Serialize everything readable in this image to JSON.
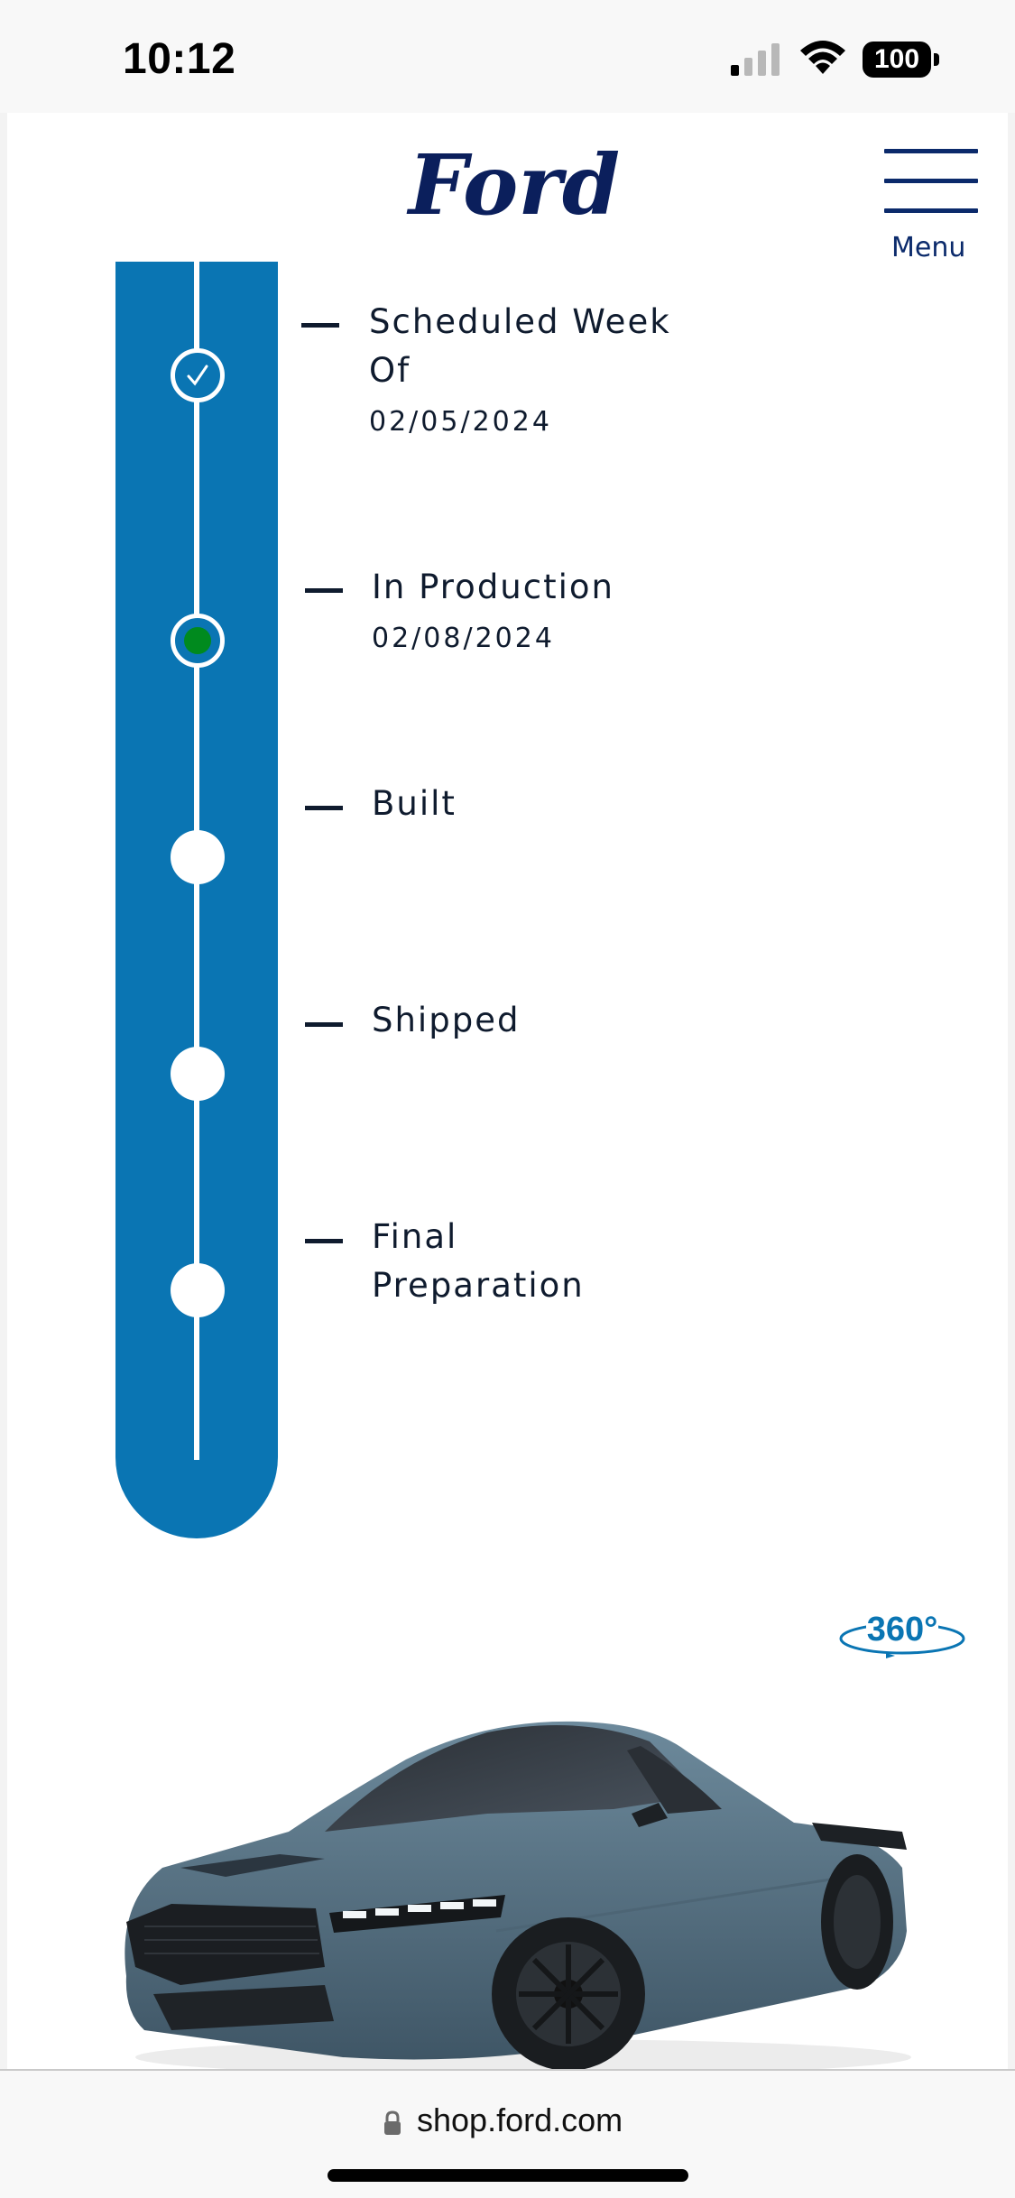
{
  "status_bar": {
    "time": "10:12",
    "battery": "100",
    "icons": [
      "signal-icon",
      "wifi-icon",
      "battery-icon"
    ]
  },
  "header": {
    "logo_text": "Ford",
    "menu_label": "Menu"
  },
  "timeline": {
    "track_color": "#0a75b3",
    "current_dot_color": "#008a1e",
    "steps": [
      {
        "label_line1": "Scheduled Week",
        "label_line2": "Of",
        "date": "02/05/2024",
        "state": "complete"
      },
      {
        "label_line1": "In Production",
        "date": "02/08/2024",
        "state": "current"
      },
      {
        "label_line1": "Built",
        "state": "pending"
      },
      {
        "label_line1": "Shipped",
        "state": "pending"
      },
      {
        "label_line1": "Final",
        "label_line2": "Preparation",
        "state": "pending"
      }
    ]
  },
  "viewer": {
    "rotate_label": "360°"
  },
  "browser": {
    "url": "shop.ford.com"
  }
}
